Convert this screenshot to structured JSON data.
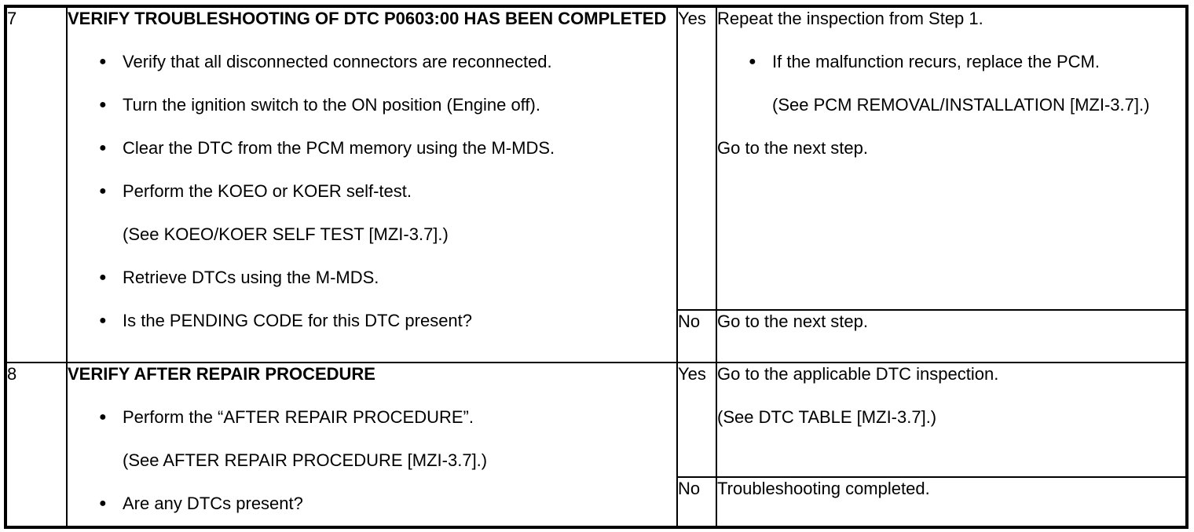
{
  "icons": {
    "bullet": "●"
  },
  "steps": [
    {
      "number": "7",
      "title": "VERIFY TROUBLESHOOTING OF DTC P0603:00 HAS BEEN COMPLETED",
      "bullets": [
        {
          "text": "Verify that all disconnected connectors are reconnected."
        },
        {
          "text": "Turn the ignition switch to the ON position (Engine off)."
        },
        {
          "text": "Clear the DTC from the PCM memory using the M-MDS."
        },
        {
          "text": "Perform the KOEO or KOER self-test.",
          "ref": "(See KOEO/KOER SELF TEST [MZI-3.7].)"
        },
        {
          "text": "Retrieve DTCs using the M-MDS."
        },
        {
          "text": "Is the PENDING CODE for this DTC present?"
        }
      ],
      "yes": {
        "label": "Yes",
        "intro": "Repeat the inspection from Step 1.",
        "bullet": "If the malfunction recurs, replace the PCM.",
        "ref": "(See PCM REMOVAL/INSTALLATION [MZI-3.7].)",
        "outro": "Go to the next step."
      },
      "no": {
        "label": "No",
        "text": "Go to the next step."
      }
    },
    {
      "number": "8",
      "title": "VERIFY AFTER REPAIR PROCEDURE",
      "bullets": [
        {
          "text": "Perform the “AFTER REPAIR PROCEDURE”.",
          "ref": "(See AFTER REPAIR PROCEDURE [MZI-3.7].)"
        },
        {
          "text": "Are any DTCs present?"
        }
      ],
      "yes": {
        "label": "Yes",
        "intro": "Go to the applicable DTC inspection.",
        "ref": "(See DTC TABLE [MZI-3.7].)"
      },
      "no": {
        "label": "No",
        "text": "Troubleshooting completed."
      }
    }
  ]
}
